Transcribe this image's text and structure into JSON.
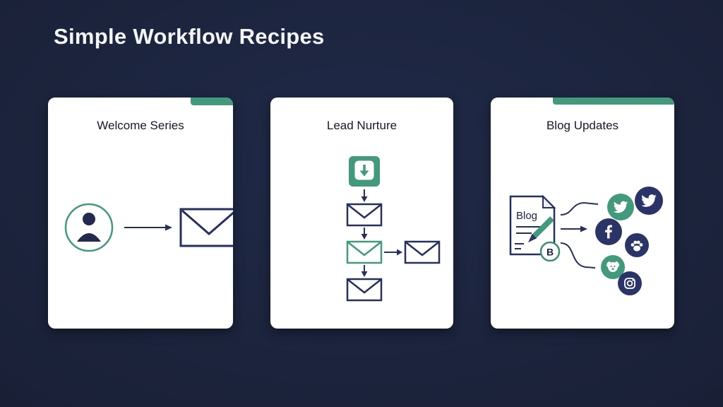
{
  "title": "Simple Workflow Recipes",
  "theme": {
    "background": "#1a2138",
    "card_background": "#ffffff",
    "accent_green": "#43997c",
    "navy": "#2b3467",
    "title_text": "#f4f6f9",
    "card_text": "#15182c"
  },
  "cards": {
    "welcome": {
      "title": "Welcome Series",
      "icons": [
        "user-avatar-icon",
        "arrow-right-icon",
        "email-envelope-icon"
      ]
    },
    "nurture": {
      "title": "Lead Nurture",
      "icons": [
        "download-icon",
        "arrow-down-icon",
        "email-envelope-icon",
        "arrow-down-icon",
        "email-envelope-green-icon",
        "arrow-right-icon",
        "email-envelope-icon",
        "arrow-down-icon",
        "email-envelope-icon"
      ]
    },
    "blog": {
      "title": "Blog Updates",
      "document_label": "Blog",
      "badge_label": "B",
      "icons": [
        "blog-document-icon",
        "pencil-icon",
        "twitter-icon",
        "twitter-icon",
        "facebook-icon",
        "paw-icon",
        "dog-icon",
        "instagram-icon"
      ]
    }
  }
}
